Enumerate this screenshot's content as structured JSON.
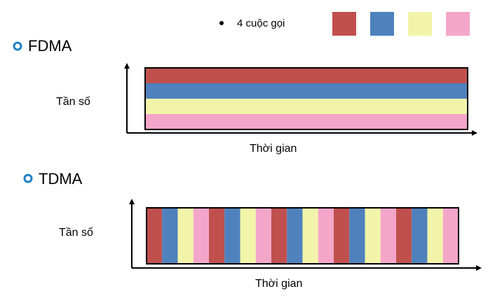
{
  "legend": {
    "label": "4 cuộc gọi",
    "colors": [
      "#c0504d",
      "#4f81bd",
      "#f2f5a9",
      "#f4a6c9"
    ]
  },
  "fdma": {
    "heading": "FDMA",
    "y_label": "Tần số",
    "x_label": "Thời gian",
    "bands": [
      "#c0504d",
      "#4f81bd",
      "#f2f5a9",
      "#f4a6c9"
    ]
  },
  "tdma": {
    "heading": "TDMA",
    "y_label": "Tần số",
    "x_label": "Thời gian",
    "slots": [
      "#c0504d",
      "#4f81bd",
      "#f2f5a9",
      "#f4a6c9",
      "#c0504d",
      "#4f81bd",
      "#f2f5a9",
      "#f4a6c9",
      "#c0504d",
      "#4f81bd",
      "#f2f5a9",
      "#f4a6c9",
      "#c0504d",
      "#4f81bd",
      "#f2f5a9",
      "#f4a6c9",
      "#c0504d",
      "#4f81bd",
      "#f2f5a9",
      "#f4a6c9"
    ]
  },
  "colors": {
    "bullet_ring": "#1f7fc4"
  }
}
